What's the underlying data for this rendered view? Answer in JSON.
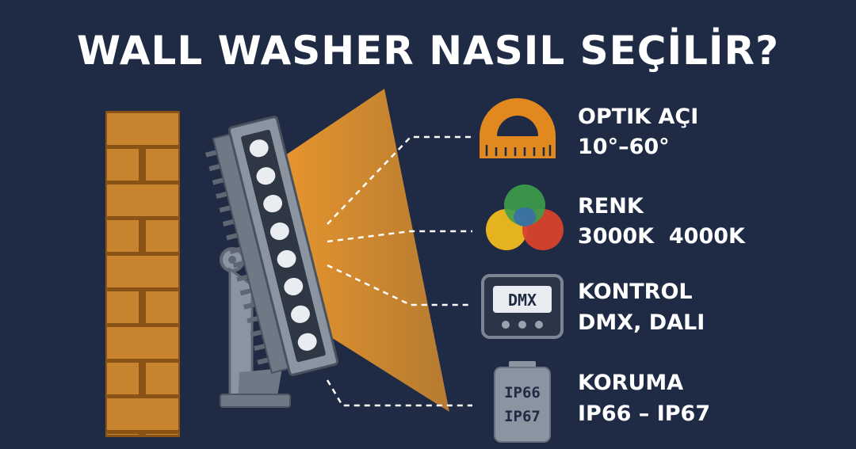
{
  "title": "WALL WASHER NASIL SEÇİLİR?",
  "colors": {
    "background": "#1f2b45",
    "brick": "#c8832e",
    "brick_mortar": "#8a5316",
    "beam": "#e39a35",
    "fixture": "#7c8593",
    "protractor": "#e1881f"
  },
  "features": [
    {
      "icon": "protractor-icon",
      "heading": "OPTIK AÇI",
      "value": "10°–60°"
    },
    {
      "icon": "color-circles-icon",
      "heading": "RENK",
      "value": "3000K  4000K"
    },
    {
      "icon": "controller-icon",
      "heading": "KONTROL",
      "value": "DMX, DALI",
      "icon_text": "DMX"
    },
    {
      "icon": "battery-icon",
      "heading": "KORUMA",
      "value": "IP66 – IP67",
      "icon_text_1": "IP66",
      "icon_text_2": "IP67"
    }
  ]
}
